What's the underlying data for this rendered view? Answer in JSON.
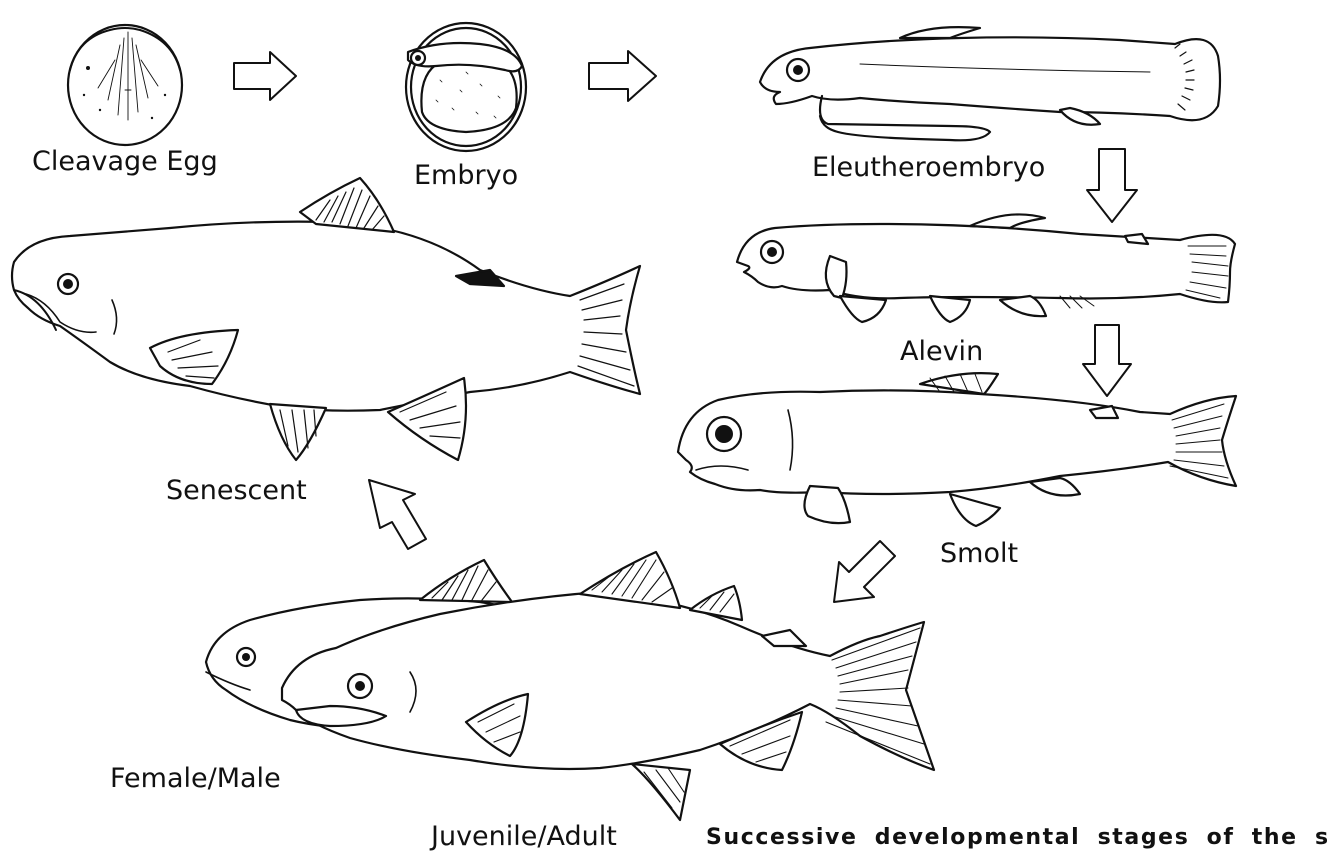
{
  "figure": {
    "caption": "Successive developmental stages of the salmon.",
    "ink_color": "#111111",
    "background": "#ffffff"
  },
  "stages": [
    {
      "key": "cleavage_egg",
      "label": "Cleavage Egg"
    },
    {
      "key": "embryo",
      "label": "Embryo"
    },
    {
      "key": "eleutheroembryo",
      "label": "Eleutheroembryo"
    },
    {
      "key": "alevin",
      "label": "Alevin"
    },
    {
      "key": "smolt",
      "label": "Smolt"
    },
    {
      "key": "juvenile_adult",
      "label": "Juvenile/Adult"
    },
    {
      "key": "female_male",
      "label": "Female/Male"
    },
    {
      "key": "senescent",
      "label": "Senescent"
    }
  ],
  "transitions": [
    {
      "from": "cleavage_egg",
      "to": "embryo",
      "icon": "arrow-right"
    },
    {
      "from": "embryo",
      "to": "eleutheroembryo",
      "icon": "arrow-right"
    },
    {
      "from": "eleutheroembryo",
      "to": "alevin",
      "icon": "arrow-down"
    },
    {
      "from": "alevin",
      "to": "smolt",
      "icon": "arrow-down"
    },
    {
      "from": "smolt",
      "to": "juvenile_adult",
      "icon": "arrow-down-left"
    },
    {
      "from": "female_male",
      "to": "senescent",
      "icon": "arrow-up-left"
    }
  ]
}
